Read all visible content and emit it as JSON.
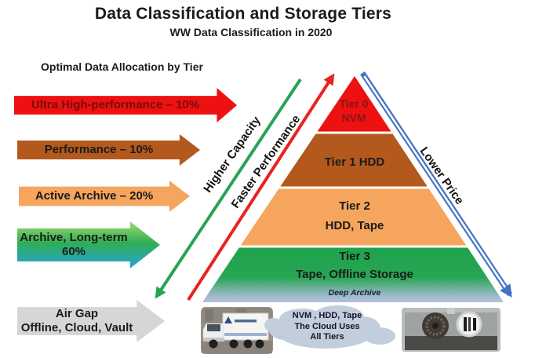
{
  "header": {
    "title": "Data Classification and Storage Tiers",
    "subtitle": "WW Data Classification in 2020"
  },
  "allocation": {
    "heading": "Optimal Data Allocation by Tier",
    "arrows": [
      {
        "label": "Ultra High-performance – 10%"
      },
      {
        "label": "Performance – 10%"
      },
      {
        "label": "Active Archive – 20%"
      },
      {
        "label": "Archive, Long-term",
        "label2": "60%"
      },
      {
        "label": "Air Gap",
        "label2": "Offline, Cloud, Vault"
      }
    ]
  },
  "pyramid": {
    "tiers": [
      {
        "name": "Tier 0",
        "detail": "NVM"
      },
      {
        "name": "Tier 1 HDD"
      },
      {
        "name": "Tier 2",
        "detail": "HDD, Tape"
      },
      {
        "name": "Tier 3",
        "detail": "Tape, Offline Storage"
      }
    ],
    "footer_label": "Deep Archive"
  },
  "axis_labels": {
    "higher_capacity": "Higher Capacity",
    "faster_performance": "Faster Performance",
    "lower_price": "Lower Price"
  },
  "cloud_callout": {
    "line1": "NVM , HDD, Tape",
    "line2": "The Cloud Uses",
    "line3": "All Tiers"
  },
  "colors": {
    "tier0": "#ee1111",
    "tier1": "#b3591d",
    "tier2": "#f5a55d",
    "tier3_top": "#1fa34c",
    "tier3_bottom": "#b3c2dc",
    "capacity_line": "#27a452",
    "performance_line": "#e8231f",
    "price_line": "#4472c4",
    "ultra_arrow": "#ee1111",
    "performance_arrow": "#b3591d",
    "active_archive_arrow": "#f5a55d",
    "air_gap_arrow": "#d6d6d6",
    "cloud": "#c3cedd"
  }
}
